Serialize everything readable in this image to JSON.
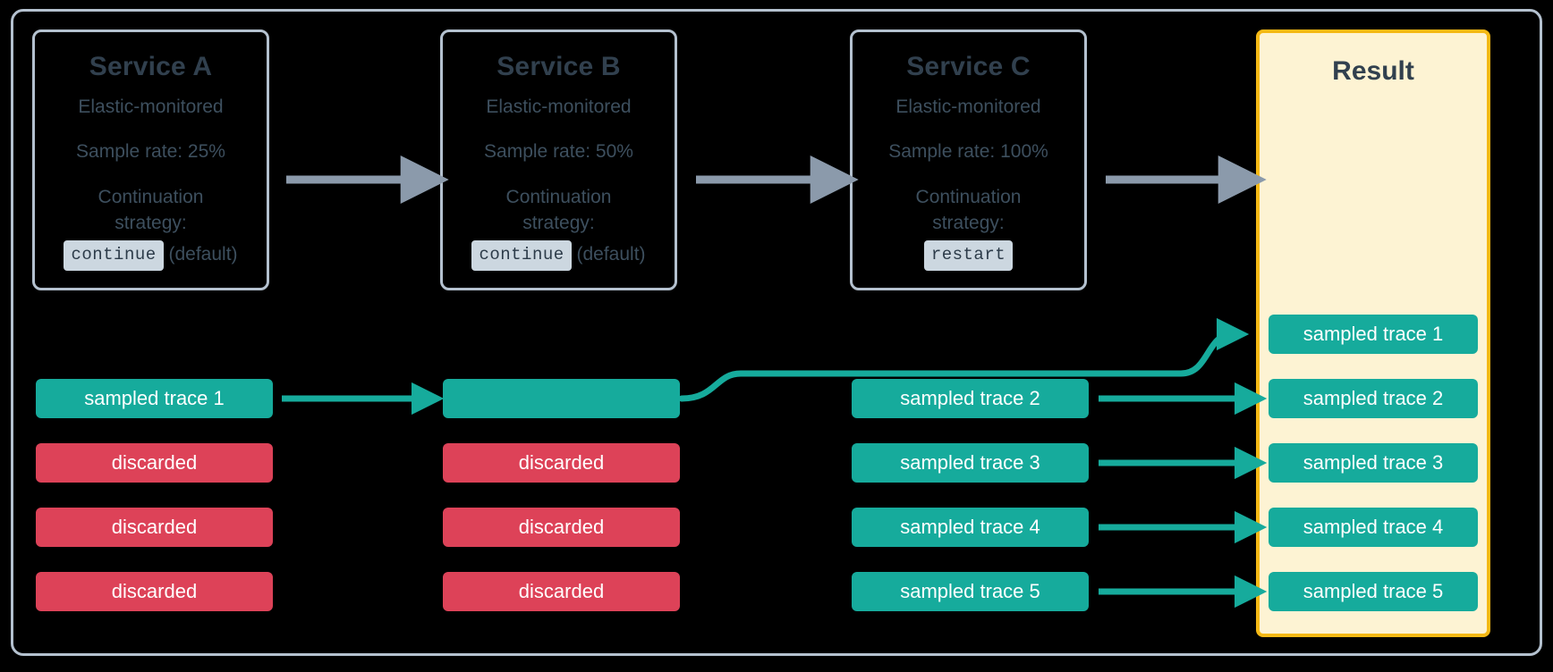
{
  "diagram": {
    "title_hidden": "",
    "colors": {
      "frame_border": "#b4c1cf",
      "card_border": "#b4c1cf",
      "result_border": "#f5b915",
      "result_bg": "#fdf3d3",
      "sampled": "#16ab9c",
      "discarded": "#dd4258",
      "gray_arrow": "#8b9aab",
      "heading": "#31404e",
      "body_text": "#3d4f5e",
      "code_bg": "#ccd7e0",
      "background": "#000000"
    },
    "services": [
      {
        "name": "Service A",
        "monitored": "Elastic-monitored",
        "sample_rate": "Sample rate: 25%",
        "strategy_label_line1": "Continuation",
        "strategy_label_line2": "strategy:",
        "strategy_value": "continue",
        "strategy_note": "(default)"
      },
      {
        "name": "Service B",
        "monitored": "Elastic-monitored",
        "sample_rate": "Sample rate: 50%",
        "strategy_label_line1": "Continuation",
        "strategy_label_line2": "strategy:",
        "strategy_value": "continue",
        "strategy_note": "(default)"
      },
      {
        "name": "Service C",
        "monitored": "Elastic-monitored",
        "sample_rate": "Sample rate: 100%",
        "strategy_label_line1": "Continuation",
        "strategy_label_line2": "strategy:",
        "strategy_value": "restart",
        "strategy_note": ""
      }
    ],
    "result": {
      "title": "Result",
      "bars": [
        {
          "label": "sampled trace 1",
          "kind": "sampled"
        },
        {
          "label": "sampled trace 2",
          "kind": "sampled"
        },
        {
          "label": "sampled trace 3",
          "kind": "sampled"
        },
        {
          "label": "sampled trace 4",
          "kind": "sampled"
        },
        {
          "label": "sampled trace 5",
          "kind": "sampled"
        }
      ]
    },
    "columns": [
      {
        "service": "Service A",
        "bars": [
          {
            "label": "sampled trace 1",
            "kind": "sampled"
          },
          {
            "label": "discarded",
            "kind": "discarded"
          },
          {
            "label": "discarded",
            "kind": "discarded"
          },
          {
            "label": "discarded",
            "kind": "discarded"
          }
        ]
      },
      {
        "service": "Service B",
        "bars": [
          {
            "label": "",
            "kind": "sampled"
          },
          {
            "label": "discarded",
            "kind": "discarded"
          },
          {
            "label": "discarded",
            "kind": "discarded"
          },
          {
            "label": "discarded",
            "kind": "discarded"
          }
        ]
      },
      {
        "service": "Service C",
        "bars": [
          {
            "label": "sampled trace 2",
            "kind": "sampled"
          },
          {
            "label": "sampled trace 3",
            "kind": "sampled"
          },
          {
            "label": "sampled trace 4",
            "kind": "sampled"
          },
          {
            "label": "sampled trace 5",
            "kind": "sampled"
          }
        ]
      }
    ]
  }
}
